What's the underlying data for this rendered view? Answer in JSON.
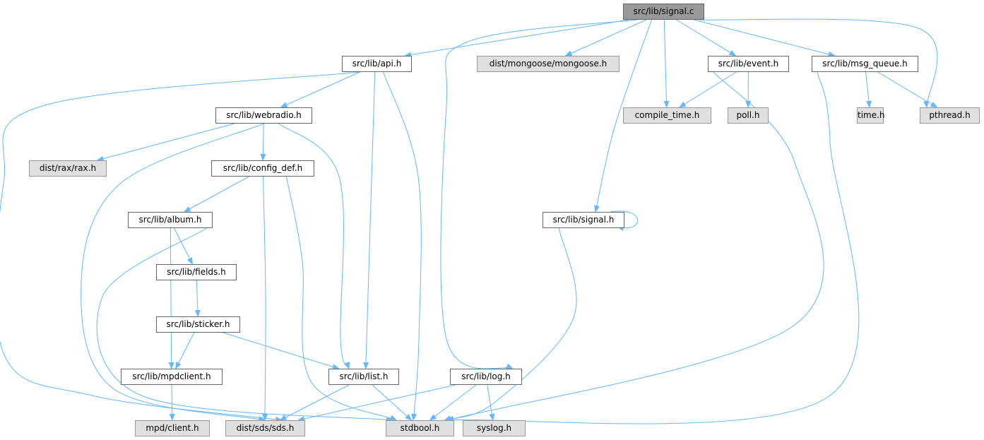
{
  "graph": {
    "edge_color": "#63b8ff",
    "nodes": [
      {
        "id": "signal_c",
        "label": "src/lib/signal.c",
        "kind": "root"
      },
      {
        "id": "api_h",
        "label": "src/lib/api.h",
        "kind": "local"
      },
      {
        "id": "mongoose",
        "label": "dist/mongoose/mongoose.h",
        "kind": "ext"
      },
      {
        "id": "event_h",
        "label": "src/lib/event.h",
        "kind": "local"
      },
      {
        "id": "msg_queue",
        "label": "src/lib/msg_queue.h",
        "kind": "local"
      },
      {
        "id": "webradio",
        "label": "src/lib/webradio.h",
        "kind": "local"
      },
      {
        "id": "compile_time",
        "label": "compile_time.h",
        "kind": "ext"
      },
      {
        "id": "poll",
        "label": "poll.h",
        "kind": "ext"
      },
      {
        "id": "time",
        "label": "time.h",
        "kind": "ext"
      },
      {
        "id": "pthread",
        "label": "pthread.h",
        "kind": "ext"
      },
      {
        "id": "rax",
        "label": "dist/rax/rax.h",
        "kind": "ext"
      },
      {
        "id": "config_def",
        "label": "src/lib/config_def.h",
        "kind": "local"
      },
      {
        "id": "album",
        "label": "src/lib/album.h",
        "kind": "local"
      },
      {
        "id": "signal_h",
        "label": "src/lib/signal.h",
        "kind": "local"
      },
      {
        "id": "fields",
        "label": "src/lib/fields.h",
        "kind": "local"
      },
      {
        "id": "sticker",
        "label": "src/lib/sticker.h",
        "kind": "local"
      },
      {
        "id": "mpdclient",
        "label": "src/lib/mpdclient.h",
        "kind": "local"
      },
      {
        "id": "list",
        "label": "src/lib/list.h",
        "kind": "local"
      },
      {
        "id": "log",
        "label": "src/lib/log.h",
        "kind": "local"
      },
      {
        "id": "mpd_client",
        "label": "mpd/client.h",
        "kind": "ext"
      },
      {
        "id": "sds",
        "label": "dist/sds/sds.h",
        "kind": "ext"
      },
      {
        "id": "stdbool",
        "label": "stdbool.h",
        "kind": "ext"
      },
      {
        "id": "syslog",
        "label": "syslog.h",
        "kind": "ext"
      }
    ],
    "edges": [
      [
        "signal_c",
        "api_h"
      ],
      [
        "signal_c",
        "mongoose"
      ],
      [
        "signal_c",
        "event_h"
      ],
      [
        "signal_c",
        "msg_queue"
      ],
      [
        "signal_c",
        "compile_time"
      ],
      [
        "signal_c",
        "pthread"
      ],
      [
        "signal_c",
        "signal_h"
      ],
      [
        "signal_c",
        "log"
      ],
      [
        "api_h",
        "webradio"
      ],
      [
        "api_h",
        "list"
      ],
      [
        "api_h",
        "stdbool"
      ],
      [
        "api_h",
        "sds"
      ],
      [
        "event_h",
        "compile_time"
      ],
      [
        "event_h",
        "poll"
      ],
      [
        "event_h",
        "stdbool"
      ],
      [
        "msg_queue",
        "time"
      ],
      [
        "msg_queue",
        "pthread"
      ],
      [
        "msg_queue",
        "stdbool"
      ],
      [
        "webradio",
        "rax"
      ],
      [
        "webradio",
        "config_def"
      ],
      [
        "webradio",
        "list"
      ],
      [
        "webradio",
        "sds"
      ],
      [
        "config_def",
        "album"
      ],
      [
        "config_def",
        "sds"
      ],
      [
        "config_def",
        "stdbool"
      ],
      [
        "album",
        "fields"
      ],
      [
        "album",
        "mpdclient"
      ],
      [
        "album",
        "stdbool"
      ],
      [
        "fields",
        "sticker"
      ],
      [
        "sticker",
        "mpdclient"
      ],
      [
        "sticker",
        "list"
      ],
      [
        "mpdclient",
        "mpd_client"
      ],
      [
        "list",
        "sds"
      ],
      [
        "list",
        "stdbool"
      ],
      [
        "log",
        "sds"
      ],
      [
        "log",
        "stdbool"
      ],
      [
        "log",
        "syslog"
      ],
      [
        "signal_h",
        "signal_h"
      ],
      [
        "signal_h",
        "stdbool"
      ]
    ]
  }
}
